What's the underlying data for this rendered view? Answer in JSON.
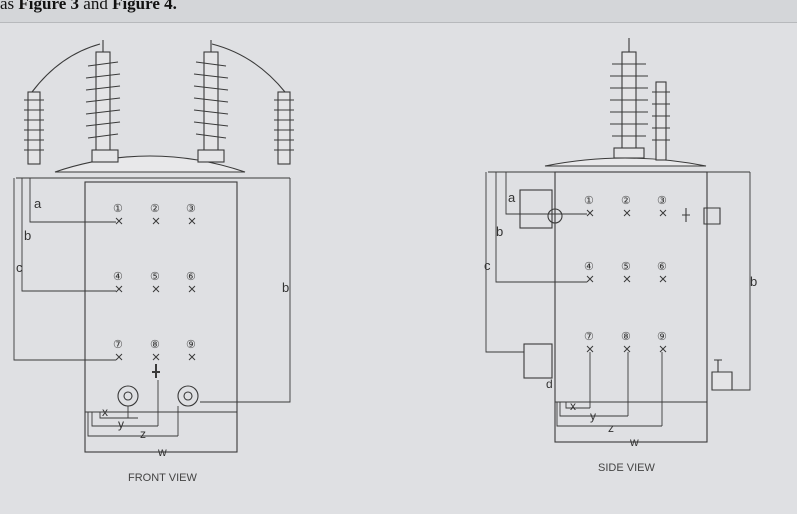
{
  "caption": {
    "prefix": "as ",
    "figure_a": "Figure 3",
    "joiner": " and ",
    "figure_b": "Figure 4."
  },
  "front_view": {
    "title": "FRONT VIEW",
    "terminals": [
      "①",
      "②",
      "③",
      "④",
      "⑤",
      "⑥",
      "⑦",
      "⑧",
      "⑨"
    ],
    "dims": {
      "a": "a",
      "b_left": "b",
      "b_right": "b",
      "c": "c",
      "x": "x",
      "y": "y",
      "z": "z",
      "w": "w"
    }
  },
  "side_view": {
    "title": "SIDE VIEW",
    "terminals": [
      "①",
      "②",
      "③",
      "④",
      "⑤",
      "⑥",
      "⑦",
      "⑧",
      "⑨"
    ],
    "dims": {
      "a": "a",
      "b_left": "b",
      "b_right": "b",
      "c": "c",
      "d": "d",
      "x": "x",
      "y": "y",
      "z": "z",
      "w": "w"
    }
  },
  "colors": {
    "line": "#3a3a3a",
    "background": "#dfe0e3"
  }
}
